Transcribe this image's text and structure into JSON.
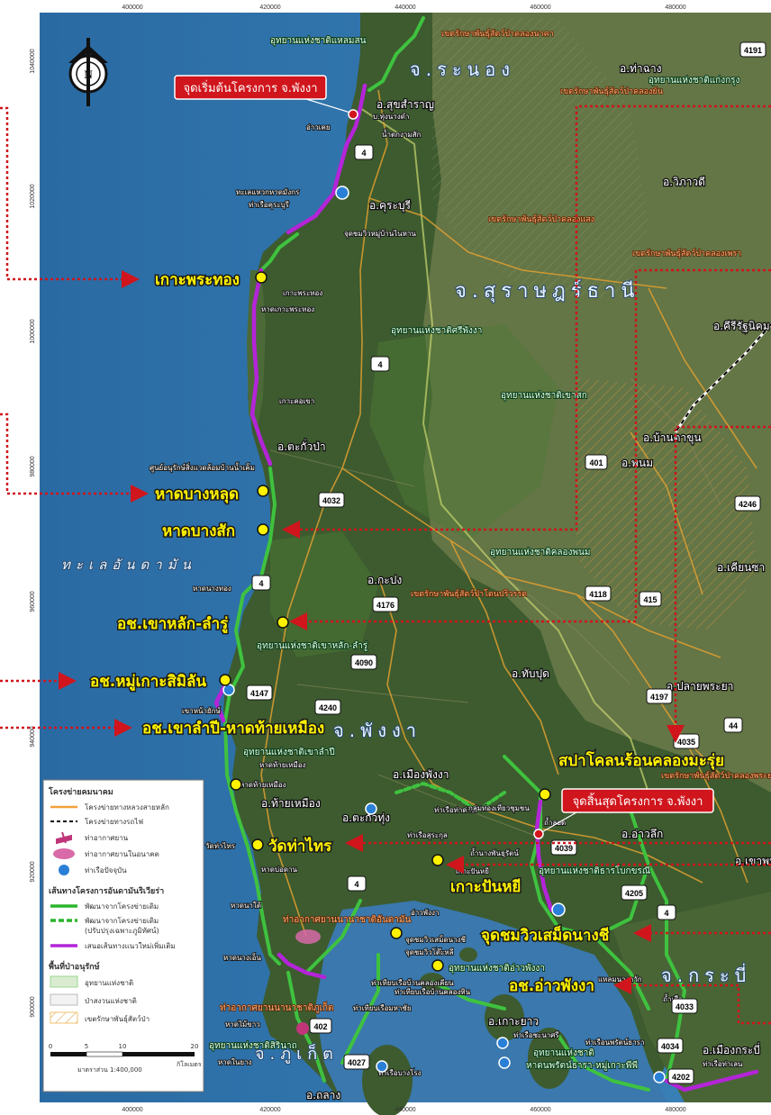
{
  "axes": {
    "x_ticks": [
      "400000",
      "420000",
      "440000",
      "460000",
      "480000"
    ],
    "y_ticks": [
      "1040000",
      "1020000",
      "1000000",
      "980000",
      "960000",
      "940000",
      "920000",
      "900000"
    ]
  },
  "provinces": {
    "ranong": "จ.ระนอง",
    "surat": "จ.สุราษฎร์ธานี",
    "phangnga": "จ.พังงา",
    "krabi": "จ.กระบี่",
    "phuket": "จ.ภูเก็ต"
  },
  "sea": "ทะเลอันดามัน",
  "project": {
    "start": "จุดเริ่มต้นโครงการ จ.พังงา",
    "end": "จุดสิ้นสุดโครงการ จ.พังงา"
  },
  "callouts": [
    {
      "id": "kohphrathong",
      "label": "เกาะพระทอง"
    },
    {
      "id": "bangluk",
      "label": "หาดบางหลุด"
    },
    {
      "id": "bangsak",
      "label": "หาดบางสัก"
    },
    {
      "id": "khaolak",
      "label": "อช.เขาหลัก-ลำรู่"
    },
    {
      "id": "similan",
      "label": "อช.หมู่เกาะสิมิลัน"
    },
    {
      "id": "khaolampi",
      "label": "อช.เขาลำปี-หาดท้ายเหมือง"
    },
    {
      "id": "spa",
      "label": "สปาโคลนร้อนคลองมะรุ่ย"
    },
    {
      "id": "watthakrai",
      "label": "วัดท่าไทร"
    },
    {
      "id": "kohpanyee",
      "label": "เกาะปันหยี"
    },
    {
      "id": "community",
      "label": "จุดชมวิวเสม็ดนางชี"
    },
    {
      "id": "aophangnga",
      "label": "อช.อ่าวพังงา"
    }
  ],
  "districts": [
    {
      "id": "suksamran",
      "label": "อ.สุขสำราญ"
    },
    {
      "id": "thachang",
      "label": "อ.ท่าฉาง"
    },
    {
      "id": "wiphawadi",
      "label": "อ.วิภาวดี"
    },
    {
      "id": "kuraburi",
      "label": "อ.คุระบุรี"
    },
    {
      "id": "khirirat",
      "label": "อ.คีรีรัฐนิคม"
    },
    {
      "id": "takuapa",
      "label": "อ.ตะกั่วป่า"
    },
    {
      "id": "bantakhun",
      "label": "อ.บ้านตาขุน"
    },
    {
      "id": "phanom",
      "label": "อ.พนม"
    },
    {
      "id": "kapong",
      "label": "อ.กะปง"
    },
    {
      "id": "khiansa",
      "label": "อ.เคียนซา"
    },
    {
      "id": "thapput",
      "label": "อ.ทับปุด"
    },
    {
      "id": "plaiphraya",
      "label": "อ.ปลายพระยา"
    },
    {
      "id": "muangphangnga",
      "label": "อ.เมืองพังงา"
    },
    {
      "id": "thaimuang",
      "label": "อ.ท้ายเหมือง"
    },
    {
      "id": "takuathung",
      "label": "อ.ตะกั่วทุ่ง"
    },
    {
      "id": "aoluek",
      "label": "อ.อ่าวลึก"
    },
    {
      "id": "khaophanom",
      "label": "อ.เขาพนม"
    },
    {
      "id": "kohyao",
      "label": "อ.เกาะยาว"
    },
    {
      "id": "muangkrabi",
      "label": "อ.เมืองกระบี่"
    },
    {
      "id": "thalang",
      "label": "อ.ถลาง"
    }
  ],
  "parks": [
    {
      "id": "laemson",
      "label": "อุทยานแห่งชาติแหลมสน"
    },
    {
      "id": "kaengkrung",
      "label": "อุทยานแห่งชาติแก่งกรุง"
    },
    {
      "id": "siphangnga",
      "label": "อุทยานแห่งชาติศรีพังงา"
    },
    {
      "id": "khaosok",
      "label": "อุทยานแห่งชาติเขาสก"
    },
    {
      "id": "khlongphanom",
      "label": "อุทยานแห่งชาติคลองพนม"
    },
    {
      "id": "khaolaklamru",
      "label": "อุทยานแห่งชาติเขาหลัก-ลำรู่"
    },
    {
      "id": "khaolampi",
      "label": "อุทยานแห่งชาติเขาลำปี"
    },
    {
      "id": "thanbok",
      "label": "อุทยานแห่งชาติธารโบกขรณี"
    },
    {
      "id": "aophangnga",
      "label": "อุทยานแห่งชาติอ่าวพังงา"
    },
    {
      "id": "sirinat",
      "label": "อุทยานแห่งชาติสิรินาถ"
    },
    {
      "id": "hatnoppharat",
      "label": "อุทยานแห่งชาติ"
    },
    {
      "id": "hatnoppharat2",
      "label": "หาดนพรัตน์ธารา-หมู่เกาะพีพี"
    }
  ],
  "wildlife": [
    {
      "id": "khlongnakha",
      "label": "เขตรักษาพันธุ์สัตว์ป่าคลองนาคา"
    },
    {
      "id": "khlongyan",
      "label": "เขตรักษาพันธุ์สัตว์ป่าคลองยัน"
    },
    {
      "id": "khlongsaeng",
      "label": "เขตรักษาพันธุ์สัตว์ป่าคลองแสง"
    },
    {
      "id": "khlongkaeng",
      "label": "เขตรักษาพันธุ์สัตว์ป่าคลองเพรา"
    },
    {
      "id": "lamnamkraburi",
      "label": "เขตรักษาพันธุ์สัตว์ป่าโตนปริวรรต"
    },
    {
      "id": "phanom",
      "label": "เขตรักษาพันธุ์สัตว์ป่าคลองพระยา"
    }
  ],
  "small_labels": [
    "บ.ทุ่งนางดำ",
    "น้ำตกงามสัก",
    "อ่าวเคย",
    "ทะเลแหวกหาดมังกร",
    "ท่าเรือคุระบุรี",
    "จุดชมวิวหมู่บ้านไนหาน",
    "เกาะพระทอง",
    "หาดเกาะพระทอง",
    "เกาะคอเขา",
    "ศูนย์อนุรักษ์สิ่งแวดล้อมบ้านน้ำเค็ม",
    "หาดนางทอง",
    "เขาหน้ายักษ์",
    "หาดท้ายเหมือง",
    "หาดท้ายเหมือง",
    "วัดท่าไทร",
    "หาดบ่อดาน",
    "หาดนาใต้",
    "หาดนางเอ็น",
    "ท่าเรือท่าด่าน",
    "กลุ่มท่องเที่ยวชุมชน",
    "ท่าเรือสุระกุล",
    "ถ้ำลอด",
    "เกาะปันหยี",
    "ถ้ำนางพันธุรัตน์",
    "อ่าวพังงา",
    "จุดชมวิวเสม็ดนางชี",
    "จุดชมวิวโต๊ะหลี",
    "ท่าเทียบเรือบ้านคลองเคียน",
    "ท่าเทียบเรือบ้านคลองหิน",
    "ท่าเทียบเรือมหาชัย",
    "ท่าเรือบางโรง",
    "ท่าเรือชะนาศรี",
    "ท่าเรือนพรัตน์ธารา",
    "หาดไม้ขาว",
    "หาดในยาง",
    "แหลมนางกวัก",
    "ถ้ำเสือ",
    "ท่าเรือท่าเลน"
  ],
  "airports": {
    "new_airport": "ท่าอากาศยานนานาชาติอันดามัน",
    "phuket": "ท่าอากาศยานนานาชาติภูเก็ต"
  },
  "routes": [
    "4",
    "4",
    "4",
    "4",
    "4",
    "401",
    "4032",
    "415",
    "4118",
    "4090",
    "4240",
    "4147",
    "4035",
    "4197",
    "44",
    "4039",
    "4205",
    "4033",
    "4034",
    "4202",
    "4027",
    "402",
    "4191",
    "4246",
    "4176"
  ],
  "legend": {
    "title": "โครงข่ายคมนาคม",
    "items": [
      {
        "label": "โครงข่ายทางหลวงสายหลัก",
        "color": "#f2a23a"
      },
      {
        "label": "โครงข่ายทางรถไฟ",
        "color": "#000000"
      },
      {
        "label": "ท่าอากาศยาน",
        "color": "#c0357a"
      },
      {
        "label": "ท่าอากาศยานในอนาคต",
        "color": "#c0357a"
      },
      {
        "label": "ท่าเรือปัจจุบัน",
        "color": "#2a7fd6"
      }
    ],
    "route_title": "เส้นทางโครงการอันดามันริเวียร่า",
    "route_items": [
      {
        "label": "พัฒนาจากโครงข่ายเดิม",
        "color": "#2db52d"
      },
      {
        "label": "พัฒนาจากโครงข่ายเดิม",
        "label2": "(ปรับปรุงเฉพาะภูมิทัศน์)",
        "color": "#2db52d"
      },
      {
        "label": "เสนอเส้นทางแนวใหม่เพิ่มเติม",
        "color": "#b424d8"
      }
    ],
    "area_title": "พื้นที่ป่าอนุรักษ์",
    "area_items": [
      {
        "label": "อุทยานแห่งชาติ",
        "color": "#9fd68f"
      },
      {
        "label": "ป่าสงวนแห่งชาติ",
        "color": "#e8e8e8"
      },
      {
        "label": "เขตรักษาพันธุ์สัตว์ป่า",
        "color": "#f0c070"
      }
    ],
    "scale_labels": [
      "0",
      "5",
      "10",
      "20"
    ],
    "scale_unit": "กิโลเมตร",
    "scale_ratio": "มาตราส่วน 1:400,000"
  },
  "colors": {
    "sea": "#2e6fa6",
    "land": "#3c5a2e",
    "yellow": "#fff200",
    "red": "#d0151c",
    "route_green": "#3fc23f",
    "route_purple": "#b424d8"
  }
}
